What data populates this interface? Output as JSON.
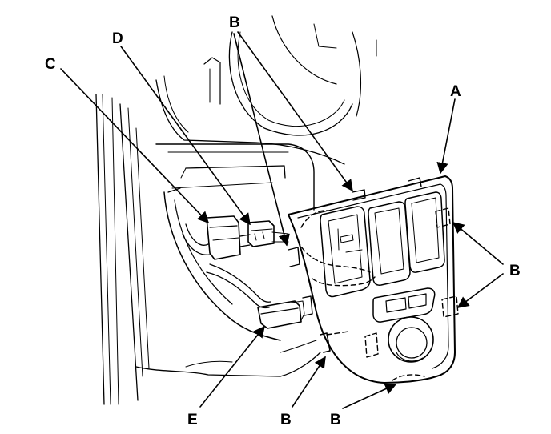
{
  "callouts": {
    "A": "A",
    "B_top": "B",
    "B_right": "B",
    "B_bottom_left": "B",
    "B_bottom_right": "B",
    "C": "C",
    "D": "D",
    "E": "E"
  }
}
